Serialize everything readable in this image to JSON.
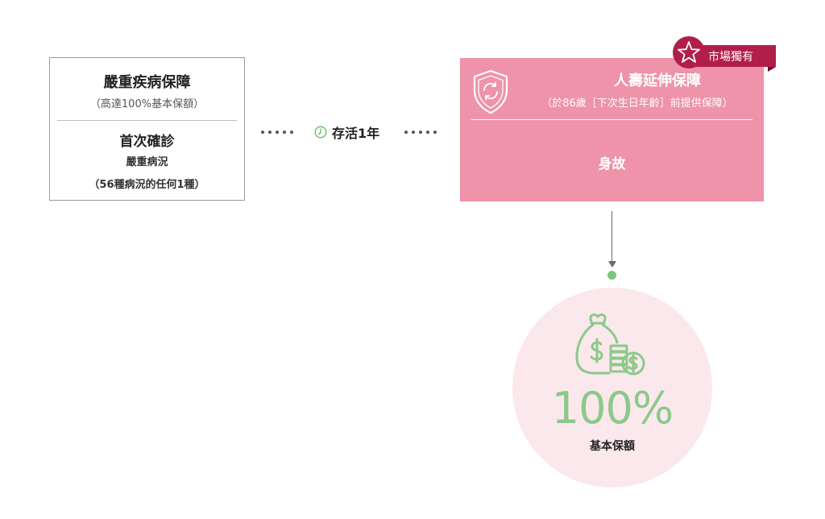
{
  "critical_illness": {
    "title": "嚴重疾病保障",
    "subtitle": "（高達100%基本保額）",
    "diagnosis": "首次確診",
    "condition": "嚴重病況",
    "condition_detail": "（56種病況的任何1種）"
  },
  "survival": {
    "label": "存活1年",
    "icon": "clock-icon"
  },
  "extended_life": {
    "title": "人壽延伸保障",
    "subtitle": "（於86歲［下次生日年齡］前提供保障）",
    "event": "身故",
    "icon": "shield-refresh-icon",
    "color": "#ee93a9"
  },
  "badge": {
    "label": "市場獨有",
    "icon": "star-icon",
    "color": "#b11e4a"
  },
  "benefit": {
    "percent": "100%",
    "label": "基本保額",
    "icon": "money-bag-coins-icon",
    "accent": "#8cc98a",
    "bg": "#fbe8ec"
  }
}
